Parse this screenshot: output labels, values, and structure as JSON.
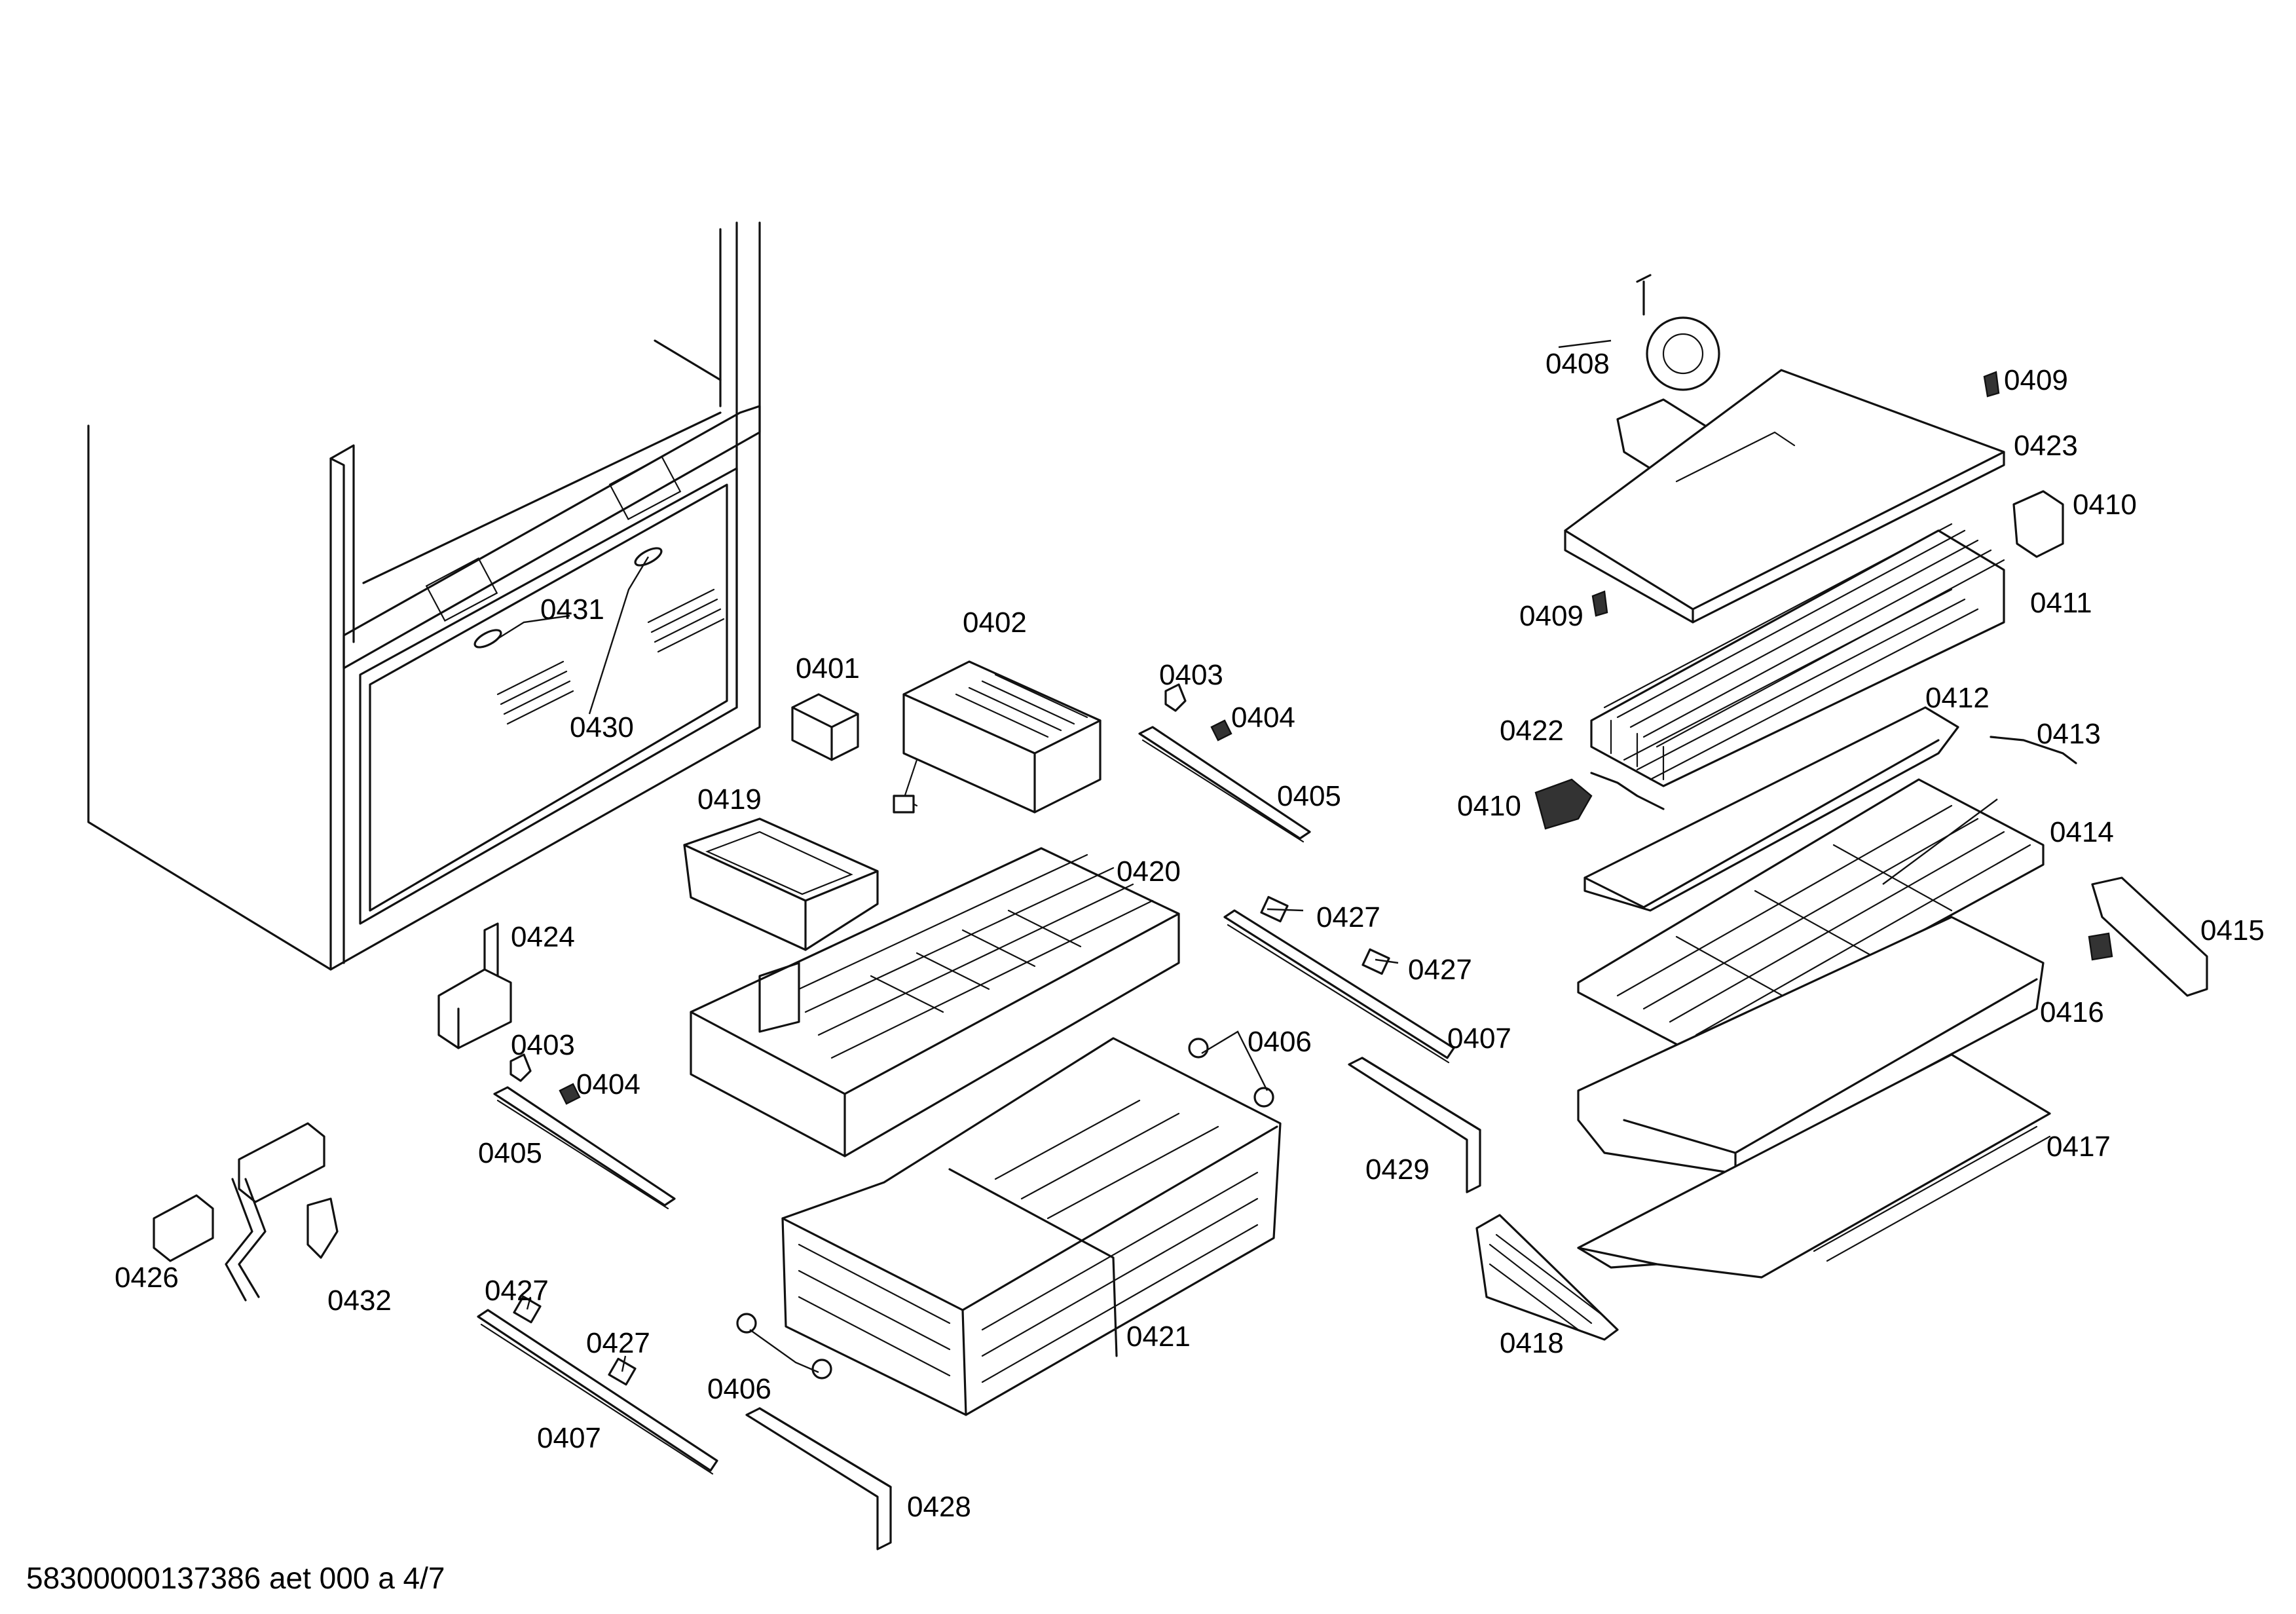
{
  "footer": "58300000137386 aet 000 a 4/7",
  "labels": {
    "p0401": "0401",
    "p0402": "0402",
    "p0403a": "0403",
    "p0403b": "0403",
    "p0404a": "0404",
    "p0404b": "0404",
    "p0405a": "0405",
    "p0405b": "0405",
    "p0406a": "0406",
    "p0406b": "0406",
    "p0407a": "0407",
    "p0407b": "0407",
    "p0408": "0408",
    "p0409a": "0409",
    "p0409b": "0409",
    "p0410a": "0410",
    "p0410b": "0410",
    "p0411": "0411",
    "p0412": "0412",
    "p0413": "0413",
    "p0414": "0414",
    "p0415": "0415",
    "p0416": "0416",
    "p0417": "0417",
    "p0418": "0418",
    "p0419": "0419",
    "p0420": "0420",
    "p0421": "0421",
    "p0422": "0422",
    "p0423": "0423",
    "p0424": "0424",
    "p0426": "0426",
    "p0427a": "0427",
    "p0427b": "0427",
    "p0427c": "0427",
    "p0427d": "0427",
    "p0428": "0428",
    "p0429": "0429",
    "p0430": "0430",
    "p0431": "0431",
    "p0432": "0432"
  }
}
